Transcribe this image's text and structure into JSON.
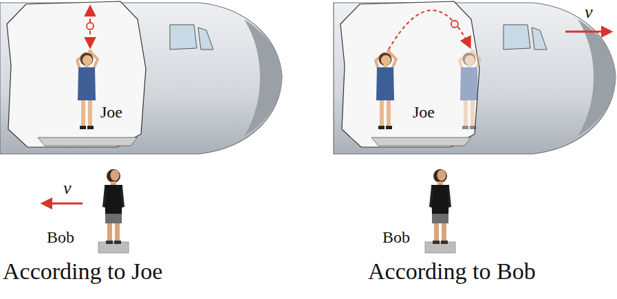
{
  "diagram": {
    "labels": [
      "Joe",
      "v",
      "Bob",
      "According to Joe",
      "Joe",
      "v",
      "Bob",
      "According to Bob"
    ]
  }
}
